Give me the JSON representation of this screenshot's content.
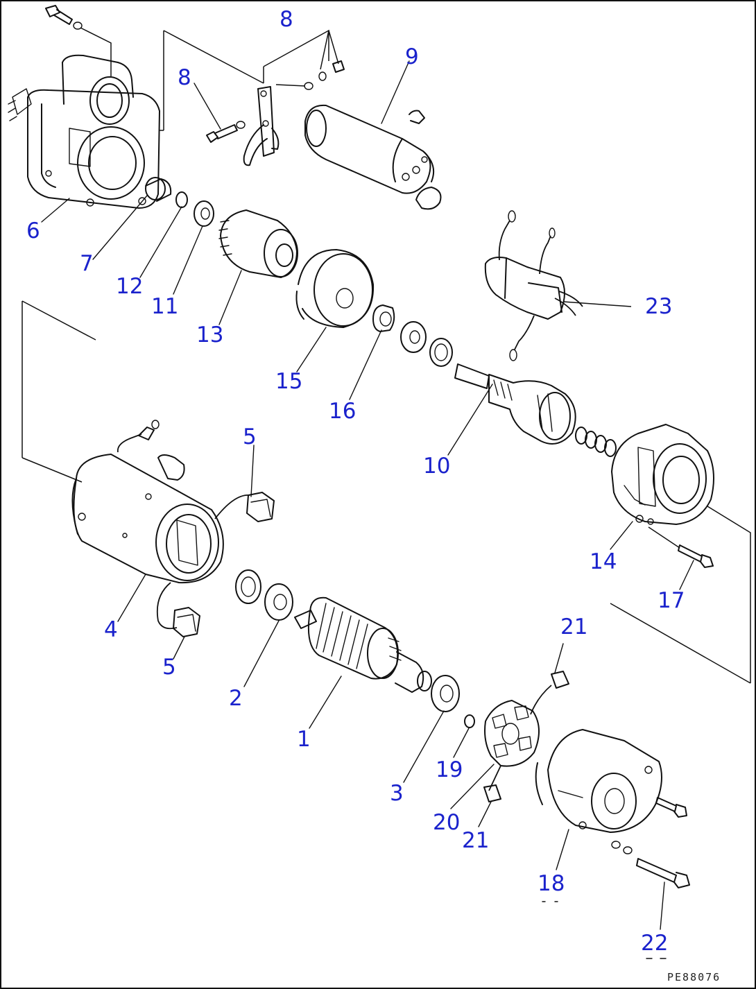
{
  "diagram": {
    "labels": [
      {
        "id": "l8a",
        "text": "8"
      },
      {
        "id": "l9",
        "text": "9"
      },
      {
        "id": "l8b",
        "text": "8"
      },
      {
        "id": "l6",
        "text": "6"
      },
      {
        "id": "l7",
        "text": "7"
      },
      {
        "id": "l12",
        "text": "12"
      },
      {
        "id": "l11",
        "text": "11"
      },
      {
        "id": "l13",
        "text": "13"
      },
      {
        "id": "l15",
        "text": "15"
      },
      {
        "id": "l16",
        "text": "16"
      },
      {
        "id": "l23",
        "text": "23"
      },
      {
        "id": "l10",
        "text": "10"
      },
      {
        "id": "l5a",
        "text": "5"
      },
      {
        "id": "l4",
        "text": "4"
      },
      {
        "id": "l5b",
        "text": "5"
      },
      {
        "id": "l14",
        "text": "14"
      },
      {
        "id": "l17",
        "text": "17"
      },
      {
        "id": "l21a",
        "text": "21"
      },
      {
        "id": "l2",
        "text": "2"
      },
      {
        "id": "l1",
        "text": "1"
      },
      {
        "id": "l3",
        "text": "3"
      },
      {
        "id": "l19",
        "text": "19"
      },
      {
        "id": "l20",
        "text": "20"
      },
      {
        "id": "l21b",
        "text": "21"
      },
      {
        "id": "l18",
        "text": "18"
      },
      {
        "id": "l22",
        "text": "22"
      }
    ],
    "drawing_code": "PE88076",
    "label_color": "#1a22cc",
    "line_color": "#111111"
  }
}
